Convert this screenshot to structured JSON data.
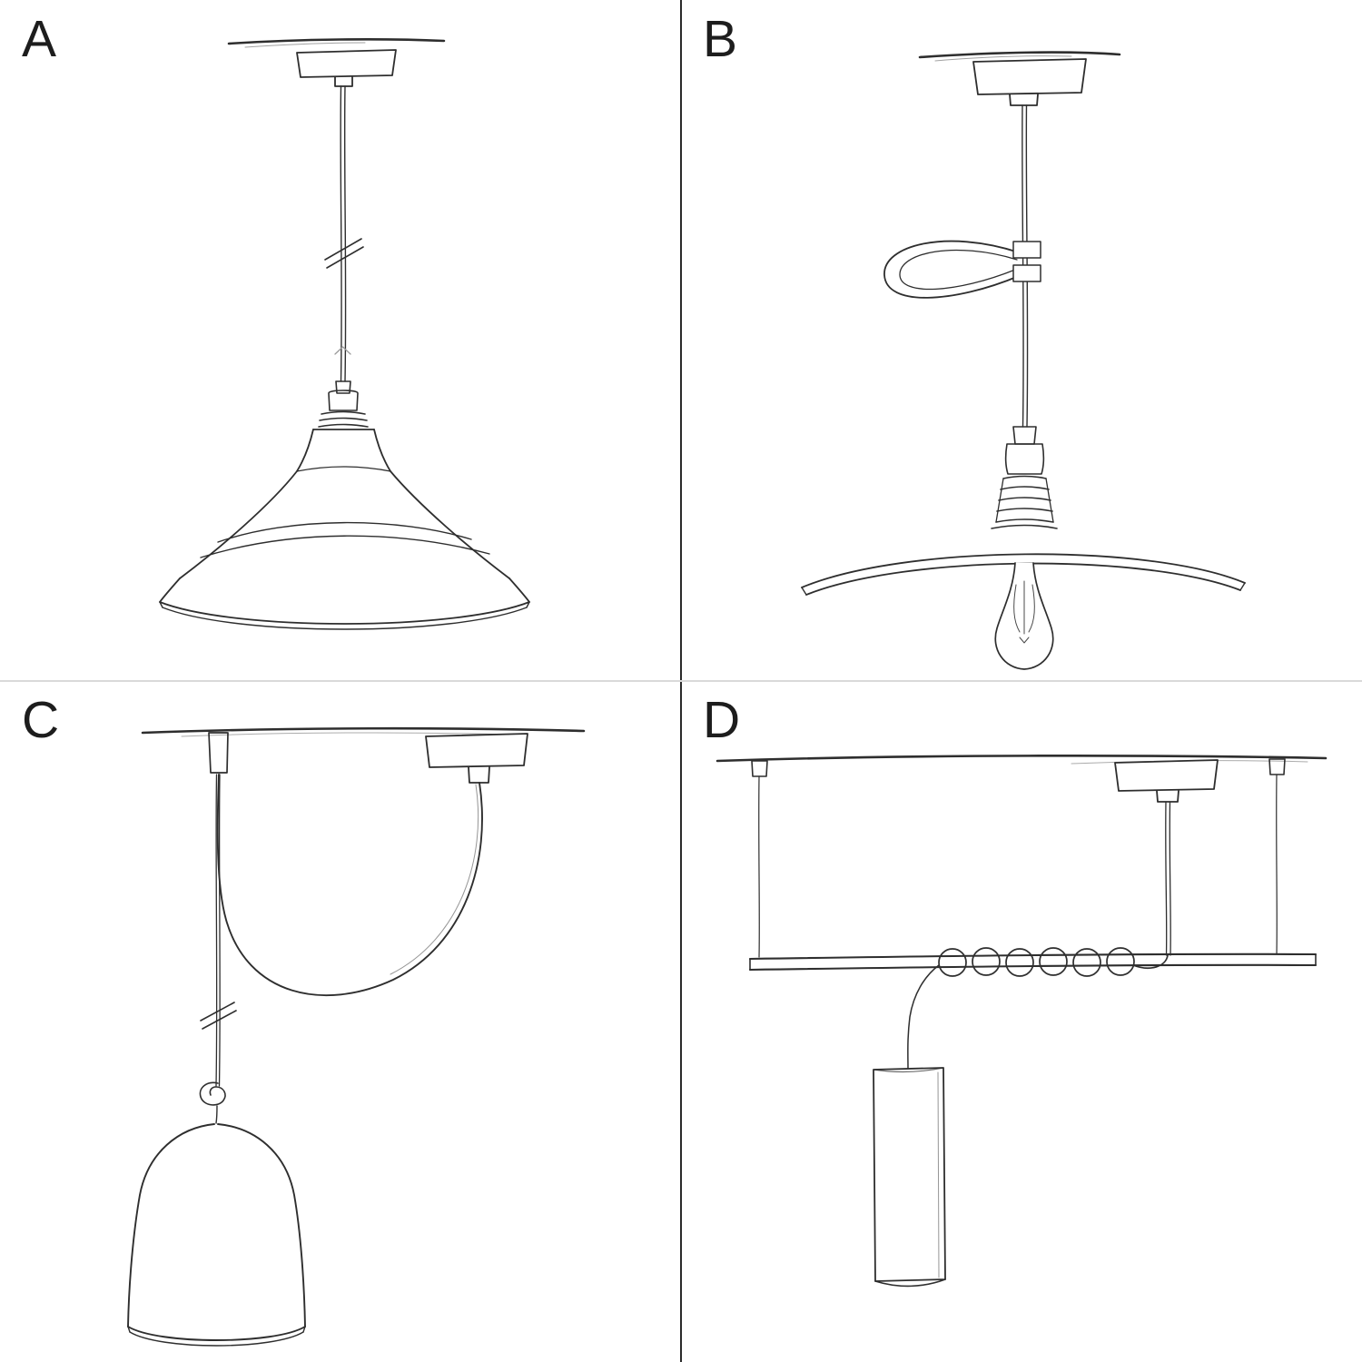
{
  "page": {
    "background": "#ffffff",
    "ink_color": "#2e2e2e",
    "divider_vertical_color": "#2b2b2b",
    "divider_horizontal_color": "#d9d9d9"
  },
  "panels": [
    {
      "label": "A",
      "icon": "pendant-lamp-bistro-shade-sketch"
    },
    {
      "label": "B",
      "icon": "pendant-lamp-flat-plate-shade-with-bulb-and-cable-loop-sketch"
    },
    {
      "label": "C",
      "icon": "swag-pendant-lamp-bell-shade-with-hook-and-knot-sketch"
    },
    {
      "label": "D",
      "icon": "bar-suspension-pendant-tube-shade-with-coiled-cable-sketch"
    }
  ]
}
